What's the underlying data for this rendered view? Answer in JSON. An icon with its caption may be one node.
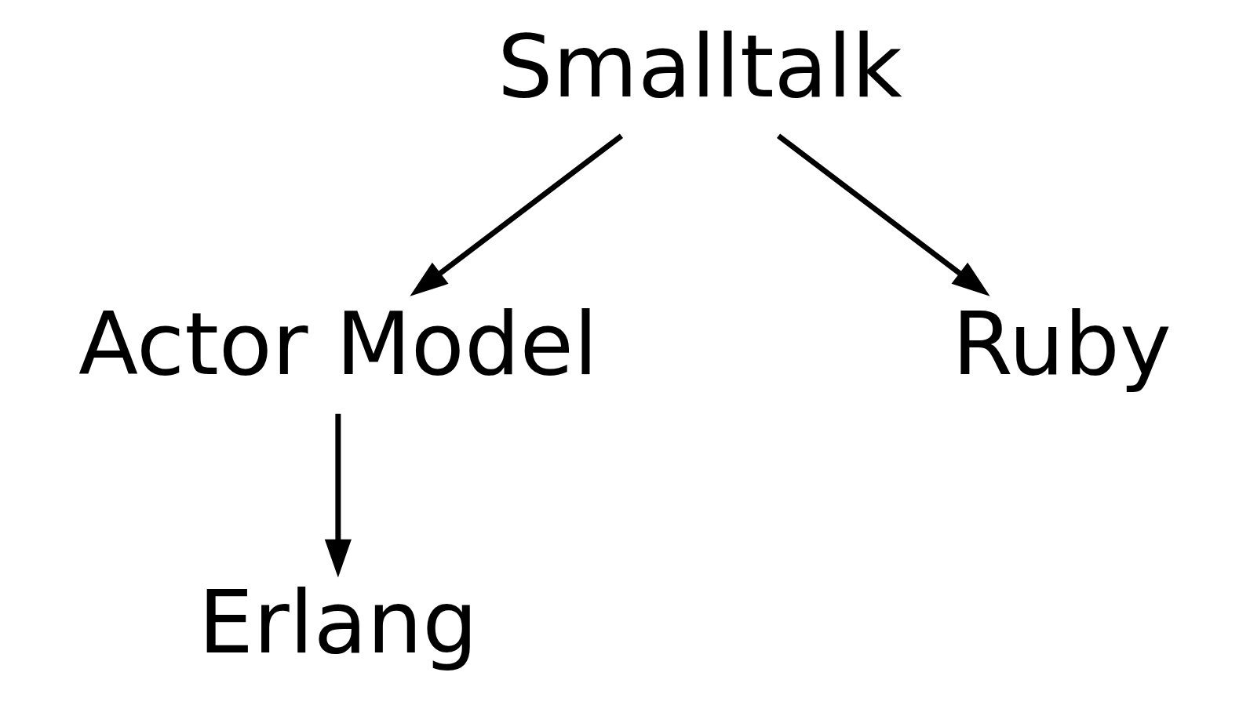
{
  "diagram": {
    "nodes": [
      {
        "text": [
          "Smalltalk"
        ]
      },
      {
        "text": [
          "Actor Model"
        ]
      },
      {
        "text": [
          "Ruby"
        ]
      },
      {
        "text": [
          "Erlang"
        ]
      }
    ],
    "edges": [
      {
        "from": 0,
        "to": 1,
        "arrow": "to"
      },
      {
        "from": 0,
        "to": 2,
        "arrow": "to"
      },
      {
        "from": 1,
        "to": 3,
        "arrow": "to"
      }
    ]
  }
}
